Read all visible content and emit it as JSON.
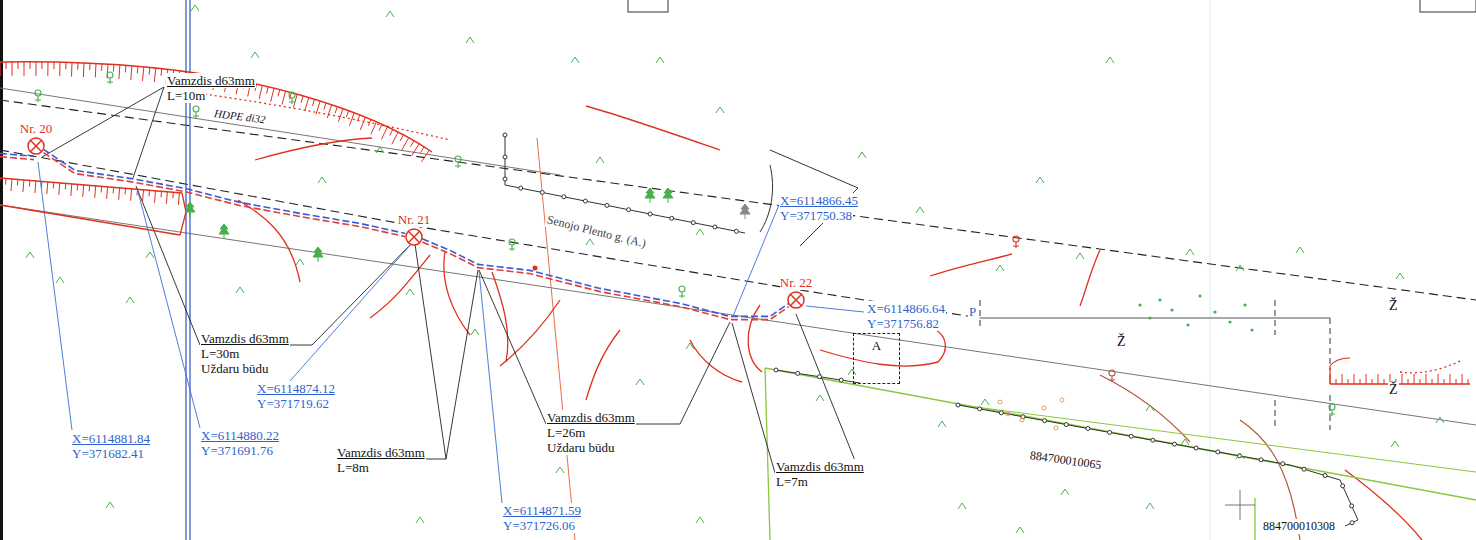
{
  "diagram": {
    "nodes": [
      {
        "text": [
          "Nr. 20"
        ]
      },
      {
        "text": [
          "Nr. 21"
        ]
      },
      {
        "text": [
          "Nr. 22"
        ]
      },
      {
        "text": [
          "A"
        ]
      }
    ],
    "edges": [
      {
        "from": 0,
        "to": 1,
        "arrow": "none"
      },
      {
        "from": 1,
        "to": 2,
        "arrow": "none"
      }
    ],
    "labels": [
      "Vamzdis d63mm",
      "L=10m",
      "HDPE di32",
      "Vamzdis d63mm",
      "L=30m",
      "Uždaru būdu",
      "X=6114874.12",
      "Y=371719.62",
      "X=6114880.22",
      "Y=371691.76",
      "X=6114881.84",
      "Y=371682.41",
      "Vamzdis d63mm",
      "L=8m",
      "X=6114871.59",
      "Y=371726.06",
      "Vamzdis d63mm",
      "L=26m",
      "Uždaru būdu",
      "Vamzdis d63mm",
      "L=7m",
      "X=6114866.45",
      "Y=371750.38",
      "X=6114866.64",
      "Y=371756.82",
      "P",
      "Senojo Plento g. (A.)",
      "884700010065",
      "884700010308",
      "Ž",
      "Ž",
      "Ž"
    ]
  }
}
